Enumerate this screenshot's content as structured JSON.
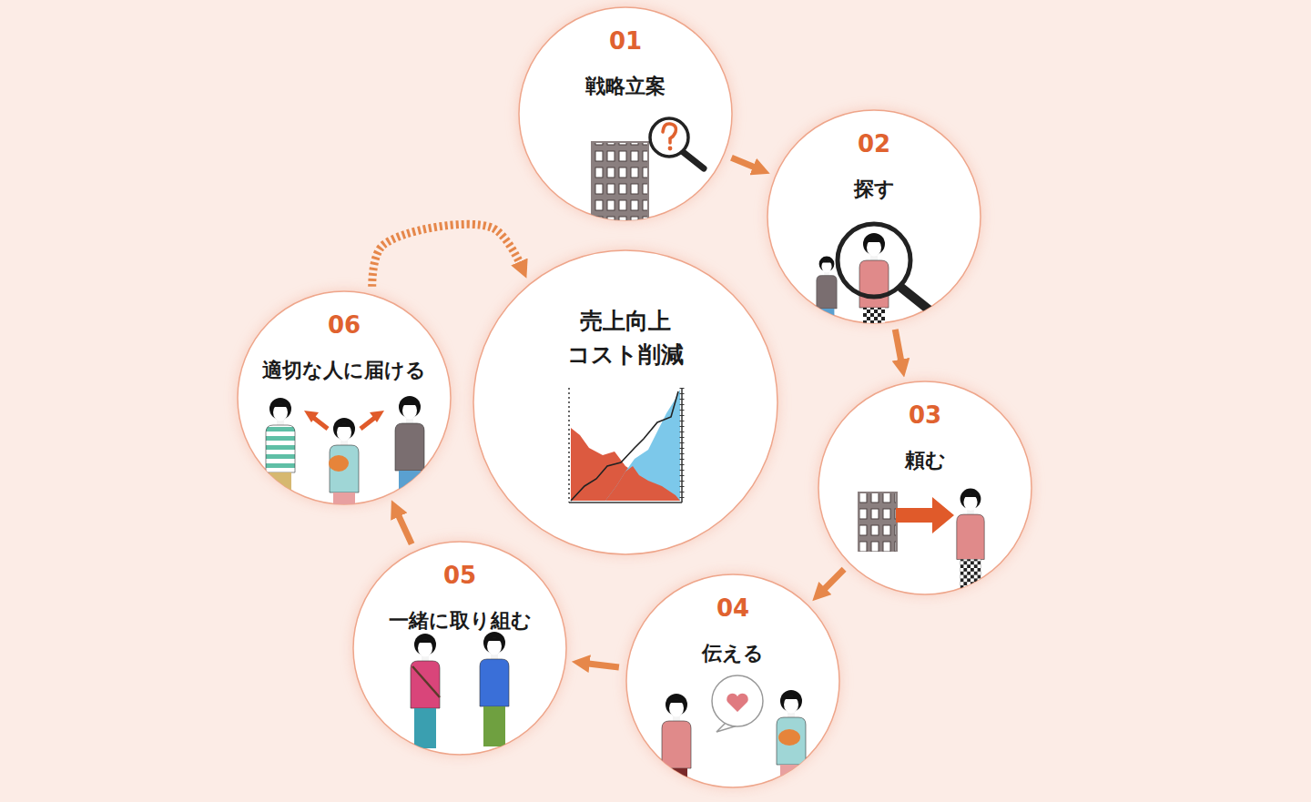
{
  "diagram": {
    "nodes": [
      {
        "text": [
          "01",
          "戦略立案"
        ]
      },
      {
        "text": [
          "02",
          "探す"
        ]
      },
      {
        "text": [
          "03",
          "頼む"
        ]
      },
      {
        "text": [
          "04",
          "伝える"
        ]
      },
      {
        "text": [
          "05",
          "一緒に取り組む"
        ]
      },
      {
        "text": [
          "06",
          "適切な人に届ける"
        ]
      },
      {
        "text": [
          "売上向上 コスト削減"
        ]
      }
    ],
    "edges": [
      {
        "from": 0,
        "to": 1,
        "arrow": "to"
      },
      {
        "from": 1,
        "to": 2,
        "arrow": "to"
      },
      {
        "from": 2,
        "to": 3,
        "arrow": "to"
      },
      {
        "from": 3,
        "to": 4,
        "arrow": "to"
      },
      {
        "from": 4,
        "to": 5,
        "arrow": "to"
      },
      {
        "from": 5,
        "to": 6,
        "arrow": "to"
      }
    ]
  }
}
